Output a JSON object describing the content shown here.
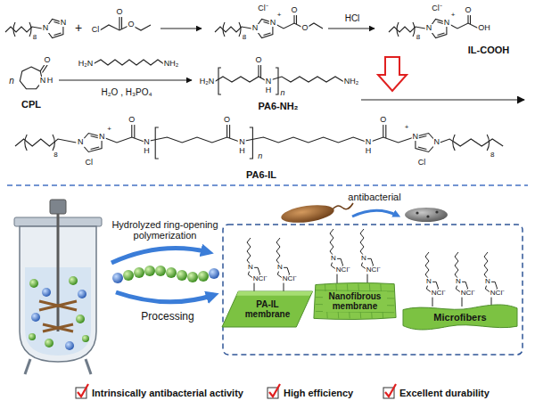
{
  "diagram": {
    "nodes": [
      {
        "text": [
          "PA-IL membrane"
        ]
      },
      {
        "text": [
          "Nanofibrous membrane"
        ]
      },
      {
        "text": [
          "Microfibers"
        ]
      }
    ],
    "labels": [
      "8",
      "N",
      "N",
      "+",
      "Cl",
      "O",
      "O",
      "8",
      "N",
      "N",
      "+",
      "Cl⁻",
      "O",
      "O",
      "HCl",
      "8",
      "N",
      "N",
      "+",
      "Cl⁻",
      "O",
      "OH",
      "IL-COOH",
      "n",
      "O",
      "N",
      "H",
      "CPL",
      "H₂N",
      "NH₂",
      "H₂O , H₃PO₄",
      "H₂N",
      "O",
      "N",
      "H",
      "n",
      "NH₂",
      "PA6-NH₂",
      "8",
      "N",
      "N",
      "+",
      "Cl",
      "O",
      "N",
      "H",
      "O",
      "N",
      "H",
      "n",
      "N",
      "H",
      "O",
      "N",
      "+",
      "N",
      "Cl",
      "8",
      "PA6-IL",
      "antibacterial",
      "Hydrolyzed ring-opening polymerization",
      "Processing",
      "N",
      "NCl⁻",
      "N",
      "NCl⁻",
      "N",
      "NCl⁻",
      "N",
      "NCl⁻",
      "N",
      "NCl⁻",
      "N",
      "NCl⁻",
      "N",
      "NCl⁻",
      "Intrinsically antibacterial activity",
      "High efficiency",
      "Excellent durability"
    ]
  }
}
